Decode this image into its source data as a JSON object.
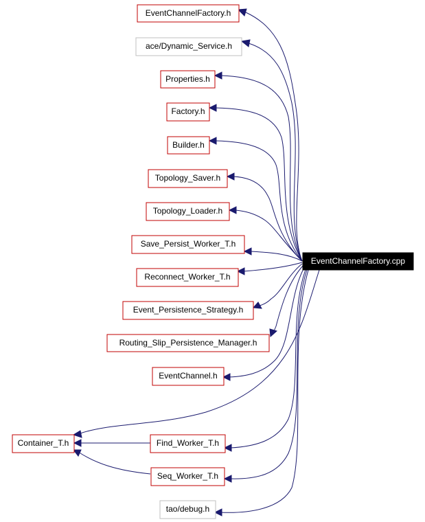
{
  "diagram": {
    "root": {
      "id": "root",
      "label": "EventChannelFactory.cpp"
    },
    "nodes": [
      {
        "id": "n1",
        "label": "EventChannelFactory.h",
        "style": "red"
      },
      {
        "id": "n2",
        "label": "ace/Dynamic_Service.h",
        "style": "gray"
      },
      {
        "id": "n3",
        "label": "Properties.h",
        "style": "red"
      },
      {
        "id": "n4",
        "label": "Factory.h",
        "style": "red"
      },
      {
        "id": "n5",
        "label": "Builder.h",
        "style": "red"
      },
      {
        "id": "n6",
        "label": "Topology_Saver.h",
        "style": "red"
      },
      {
        "id": "n7",
        "label": "Topology_Loader.h",
        "style": "red"
      },
      {
        "id": "n8",
        "label": "Save_Persist_Worker_T.h",
        "style": "red"
      },
      {
        "id": "n9",
        "label": "Reconnect_Worker_T.h",
        "style": "red"
      },
      {
        "id": "n10",
        "label": "Event_Persistence_Strategy.h",
        "style": "red"
      },
      {
        "id": "n11",
        "label": "Routing_Slip_Persistence_Manager.h",
        "style": "red"
      },
      {
        "id": "n12",
        "label": "EventChannel.h",
        "style": "red"
      },
      {
        "id": "n13",
        "label": "Container_T.h",
        "style": "red"
      },
      {
        "id": "n14",
        "label": "Find_Worker_T.h",
        "style": "red"
      },
      {
        "id": "n15",
        "label": "Seq_Worker_T.h",
        "style": "red"
      },
      {
        "id": "n16",
        "label": "tao/debug.h",
        "style": "gray"
      }
    ],
    "edges": [
      {
        "from": "root",
        "to": "n1"
      },
      {
        "from": "root",
        "to": "n2"
      },
      {
        "from": "root",
        "to": "n3"
      },
      {
        "from": "root",
        "to": "n4"
      },
      {
        "from": "root",
        "to": "n5"
      },
      {
        "from": "root",
        "to": "n6"
      },
      {
        "from": "root",
        "to": "n7"
      },
      {
        "from": "root",
        "to": "n8"
      },
      {
        "from": "root",
        "to": "n9"
      },
      {
        "from": "root",
        "to": "n10"
      },
      {
        "from": "root",
        "to": "n11"
      },
      {
        "from": "root",
        "to": "n12"
      },
      {
        "from": "root",
        "to": "n13"
      },
      {
        "from": "root",
        "to": "n14"
      },
      {
        "from": "root",
        "to": "n15"
      },
      {
        "from": "root",
        "to": "n16"
      },
      {
        "from": "n14",
        "to": "n13"
      },
      {
        "from": "n15",
        "to": "n13"
      }
    ]
  }
}
